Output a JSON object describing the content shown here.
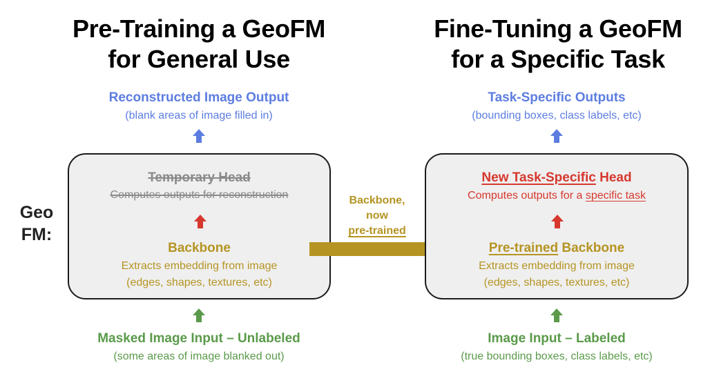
{
  "left": {
    "title_line1": "Pre-Training a GeoFM",
    "title_line2": "for General Use",
    "output_title": "Reconstructed Image Output",
    "output_sub": "(blank areas of image filled in)",
    "head_title": "Temporary Head",
    "head_sub": "Computes outputs for reconstruction",
    "backbone_title": "Backbone",
    "backbone_sub1": "Extracts embedding from image",
    "backbone_sub2": "(edges, shapes, textures, etc)",
    "input_title": "Masked Image Input – Unlabeled",
    "input_sub": "(some areas of image blanked out)"
  },
  "right": {
    "title_line1": "Fine-Tuning a GeoFM",
    "title_line2": "for a Specific Task",
    "output_title": "Task-Specific Outputs",
    "output_sub": "(bounding boxes, class labels, etc)",
    "head_title_underlined": "New Task-Specific",
    "head_title_rest": " Head",
    "head_sub_prefix": "Computes outputs for a ",
    "head_sub_underlined": "specific task",
    "backbone_title_underlined": "Pre-trained",
    "backbone_title_rest": " Backbone",
    "backbone_sub1": "Extracts embedding from image",
    "backbone_sub2": "(edges, shapes, textures, etc)",
    "input_title": "Image Input – Labeled",
    "input_sub": "(true bounding boxes, class labels, etc)"
  },
  "side_label": {
    "line1": "Geo",
    "line2": "FM:"
  },
  "transfer": {
    "line1": "Backbone,",
    "line2": "now",
    "line3": "pre-trained"
  },
  "colors": {
    "output": "#5c7de0",
    "head": "#d6382e",
    "backbone": "#b59423",
    "input": "#5a9a4a",
    "obsolete": "#8a8a8a",
    "box_fill": "#efefef",
    "box_border": "#1a1a1a"
  },
  "icons": [
    "up-arrow-icon-blue",
    "up-arrow-icon-red",
    "up-arrow-icon-green",
    "transfer-arrow-icon"
  ]
}
